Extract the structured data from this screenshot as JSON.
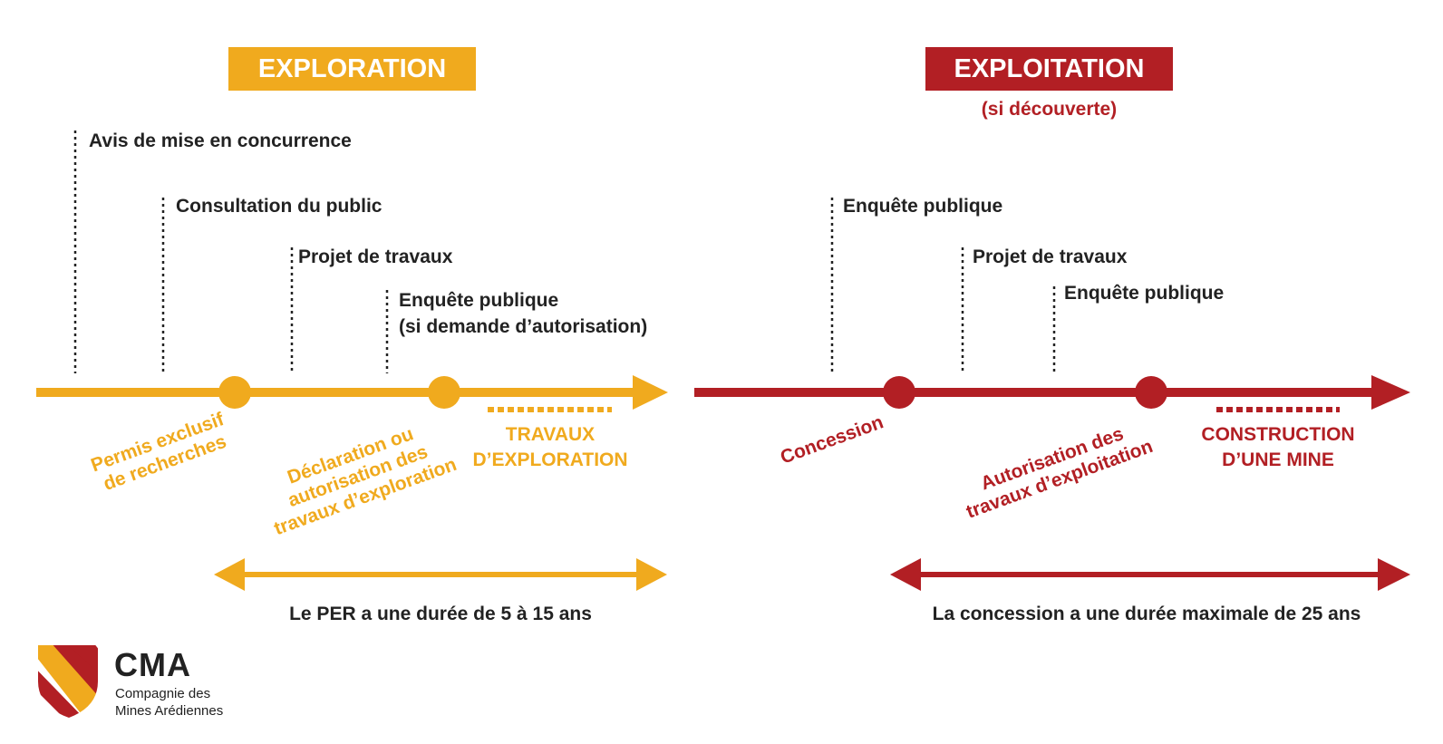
{
  "colors": {
    "exploration": "#F0AA1E",
    "exploitation": "#B21F24",
    "text": "#222222"
  },
  "exploration": {
    "title": "EXPLORATION",
    "milestones": [
      "Avis de mise en concurrence",
      "Consultation du public",
      "Projet de travaux",
      "Enquête publique",
      "(si demande d’autorisation)"
    ],
    "steps": [
      [
        "Permis exclusif",
        "de recherches"
      ],
      [
        "Déclaration ou",
        "autorisation des",
        "travaux d’exploration"
      ]
    ],
    "works": [
      "TRAVAUX",
      "D’EXPLORATION"
    ],
    "duration": "Le PER a une durée de 5 à 15 ans"
  },
  "exploitation": {
    "title": "EXPLOITATION",
    "subtitle": "(si découverte)",
    "milestones": [
      "Enquête publique",
      "Projet de travaux",
      "Enquête publique"
    ],
    "steps": [
      [
        "Concession"
      ],
      [
        "Autorisation des",
        "travaux d’exploitation"
      ]
    ],
    "works": [
      "CONSTRUCTION",
      "D’UNE MINE"
    ],
    "duration": "La concession a une durée maximale de 25 ans"
  },
  "logo": {
    "name": "CMA",
    "line1": "Compagnie des",
    "line2": "Mines Arédiennes"
  }
}
